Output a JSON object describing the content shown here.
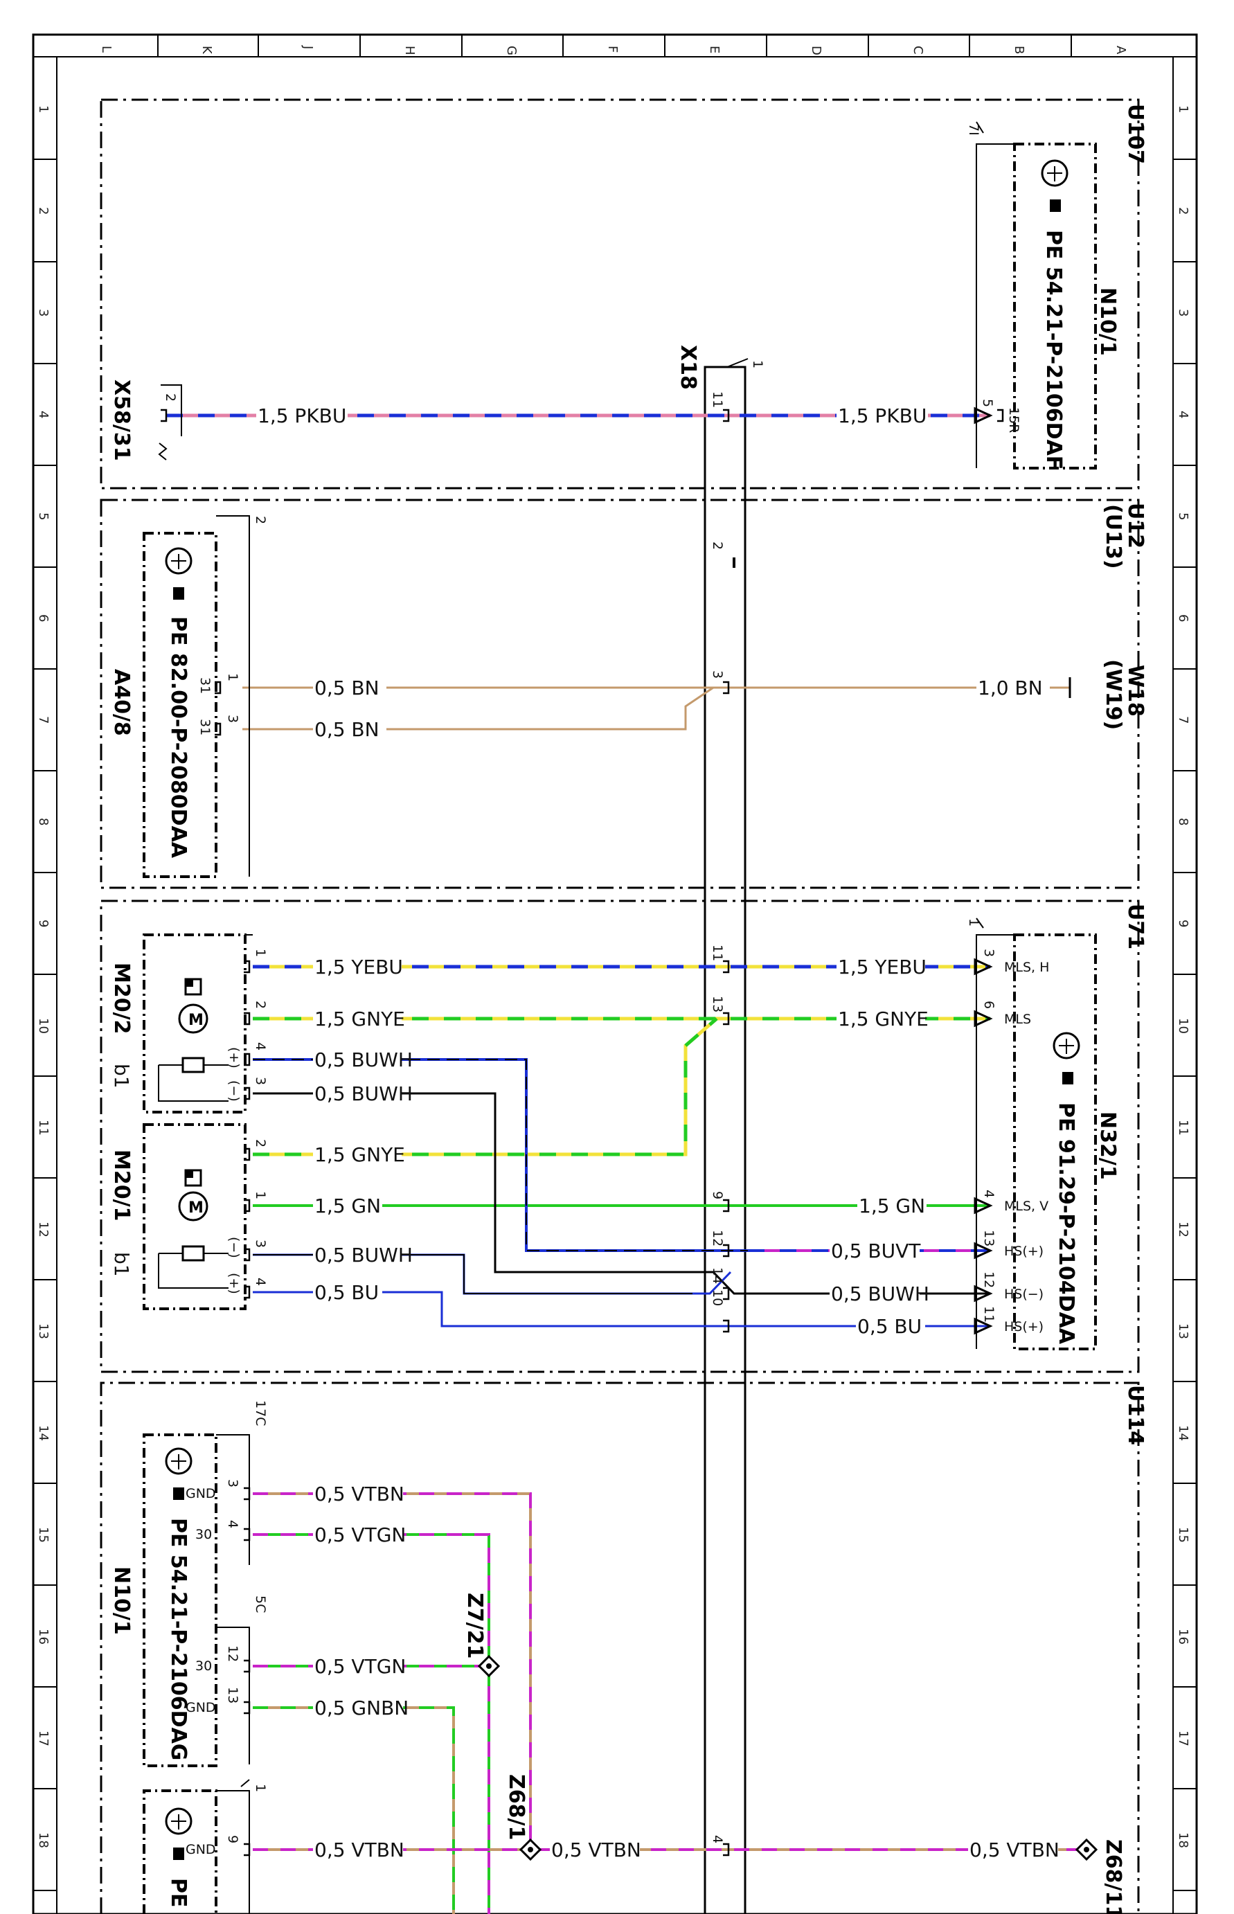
{
  "colors": {
    "PK": "#e37fa6",
    "BU": "#1a2fd6",
    "BN": "#c49a6c",
    "YE": "#f2e23a",
    "GN": "#22cc22",
    "WH": "#ffffff",
    "VT": "#c824c8",
    "BK": "#000000"
  },
  "columns": [
    "L",
    "K",
    "J",
    "H",
    "G",
    "F",
    "E",
    "D",
    "C",
    "B",
    "A"
  ],
  "rows": [
    "1",
    "2",
    "3",
    "4",
    "5",
    "6",
    "7",
    "8",
    "9",
    "10",
    "11",
    "12",
    "13",
    "14",
    "15",
    "16",
    "17",
    "18"
  ],
  "blocks": {
    "u107": "U107",
    "u12": "U12",
    "u13": "(U13)",
    "u71": "U71",
    "u114": "U114"
  },
  "connector": {
    "name": "X18",
    "pin_top": "1",
    "pin_2": "2",
    "pin_3": "3",
    "pin_11": "11",
    "pin_13": "13",
    "pin_9": "9",
    "pin_12": "12",
    "pin_14": "14",
    "pin_10": "10",
    "pin_4": "4"
  },
  "components": {
    "n10_1_top": {
      "name": "N10/1",
      "ref": "PE 54.21-P-2106DAF",
      "slot": "7I",
      "pin": "5",
      "terminal": "15R"
    },
    "x58_31": {
      "name": "X58/31",
      "pin": "2"
    },
    "a40_8": {
      "name": "A40/8",
      "ref": "PE 82.00-P-2080DAA",
      "slot": "2",
      "pin_a": "1",
      "pin_b": "3",
      "term_a": "31",
      "term_b": "31"
    },
    "w18": {
      "name": "W18",
      "alt": "(W19)"
    },
    "m20_2": {
      "name": "M20/2",
      "sub": "b1",
      "pins": [
        "1",
        "2",
        "4",
        "3"
      ],
      "signs": [
        "(+)",
        "(−)"
      ]
    },
    "m20_1": {
      "name": "M20/1",
      "sub": "b1",
      "pins": [
        "2",
        "1",
        "3",
        "4"
      ],
      "signs": [
        "(−)",
        "(+)"
      ]
    },
    "n32_1": {
      "name": "N32/1",
      "ref": "PE 91.29-P-2104DAA",
      "slot": "1",
      "pins": [
        "3",
        "6",
        "4",
        "13",
        "12",
        "11"
      ],
      "terms": [
        "MLS, H",
        "MLS",
        "MLS, V",
        "HS(+)",
        "HS(−)",
        "HS(+)"
      ]
    },
    "n10_1_bottom": {
      "name": "N10/1",
      "ref": "PE 54.21-P-2106DAG",
      "slot_a": "17C",
      "slot_b": "5C",
      "pins": [
        "3",
        "4",
        "12",
        "13"
      ],
      "terms": [
        "GND",
        "30",
        "30",
        "GND"
      ]
    },
    "lower_module": {
      "ref": "PE",
      "slot": "1",
      "pin": "9",
      "term": "GND"
    },
    "z7_21": {
      "name": "Z7/21"
    },
    "z68_1": {
      "name": "Z68/1"
    },
    "z68_11": {
      "name": "Z68/11"
    }
  },
  "wires": {
    "pkbu_left": "1,5 PKBU",
    "pkbu_right": "1,5 PKBU",
    "bn_a": "0,5 BN",
    "bn_b": "0,5 BN",
    "bn_right": "1,0 BN",
    "yebu_left": "1,5 YEBU",
    "yebu_right": "1,5 YEBU",
    "gnye_left": "1,5 GNYE",
    "gnye_right": "1,5 GNYE",
    "buwh_a": "0,5 BUWH",
    "buwh_b": "0,5 BUWH",
    "gnye_m1": "1,5 GNYE",
    "gn_left": "1,5 GN",
    "gn_right": "1,5 GN",
    "buwh_c": "0,5 BUWH",
    "bu_left": "0,5 BU",
    "buvt_right": "0,5 BUVT",
    "buwh_right": "0,5 BUWH",
    "bu_right": "0,5 BU",
    "vtbn_a": "0,5 VTBN",
    "vtgn_a": "0,5 VTGN",
    "vtgn_b": "0,5 VTGN",
    "gnbn": "0,5 GNBN",
    "vtbn_b": "0,5 VTBN",
    "vtbn_c": "0,5 VTBN",
    "vtbn_d": "0,5 VTBN"
  }
}
